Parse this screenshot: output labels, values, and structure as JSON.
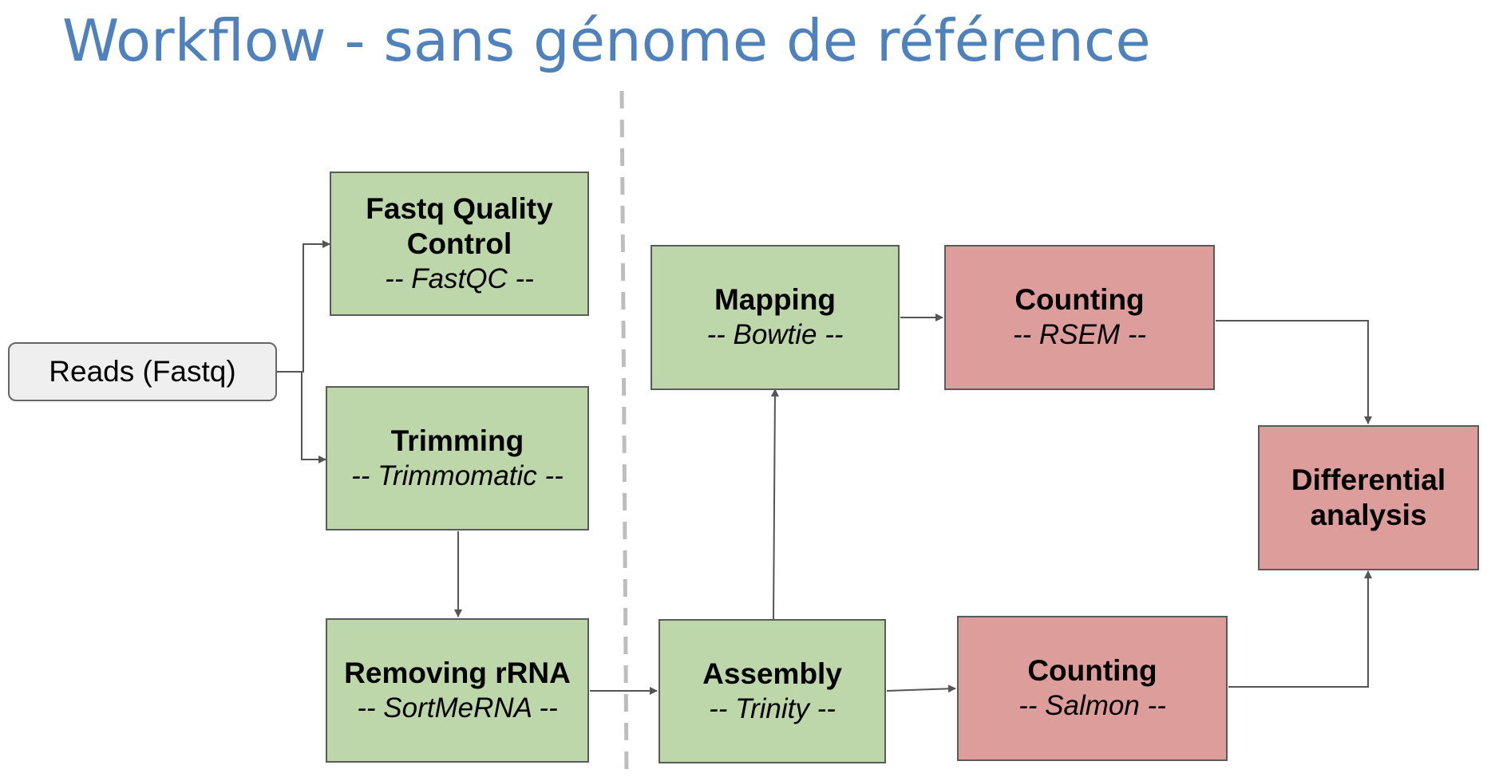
{
  "title": "Workflow - sans génome de référence",
  "colors": {
    "title": "#4f81bd",
    "green_box": "#bdd7ab",
    "red_box": "#dc9d9b",
    "input_box": "#efefef",
    "divider": "#bdbdbd",
    "arrow": "#555555"
  },
  "nodes": {
    "reads": {
      "label": "Reads (Fastq)"
    },
    "fastqc": {
      "label": "Fastq Quality Control",
      "tool": "-- FastQC --"
    },
    "trimming": {
      "label": "Trimming",
      "tool": "-- Trimmomatic --"
    },
    "rrna": {
      "label": "Removing rRNA",
      "tool": "-- SortMeRNA --"
    },
    "mapping": {
      "label": "Mapping",
      "tool": "-- Bowtie --"
    },
    "assembly": {
      "label": "Assembly",
      "tool": "-- Trinity --"
    },
    "counting_rsem": {
      "label": "Counting",
      "tool": "-- RSEM --"
    },
    "counting_salmon": {
      "label": "Counting",
      "tool": "-- Salmon --"
    },
    "differential": {
      "label": "Differential analysis"
    }
  },
  "edges": [
    {
      "from": "reads",
      "to": "fastqc"
    },
    {
      "from": "reads",
      "to": "trimming"
    },
    {
      "from": "trimming",
      "to": "rrna"
    },
    {
      "from": "rrna",
      "to": "assembly"
    },
    {
      "from": "assembly",
      "to": "mapping"
    },
    {
      "from": "assembly",
      "to": "counting_salmon"
    },
    {
      "from": "mapping",
      "to": "counting_rsem"
    },
    {
      "from": "counting_rsem",
      "to": "differential"
    },
    {
      "from": "counting_salmon",
      "to": "differential"
    }
  ]
}
